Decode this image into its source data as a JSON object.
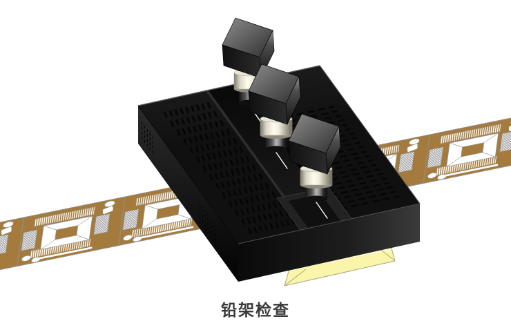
{
  "figure": {
    "caption": "铅架检查",
    "scene": {
      "machine": "lead-frame-inspection-machine",
      "cameras": [
        "camera-unit-1",
        "camera-unit-2",
        "camera-unit-3"
      ],
      "strip": "lead-frame-strip",
      "backlight": "backlight-wedge",
      "beams": "laser-alignment-beams"
    },
    "colors": {
      "background": "#FFFFFF",
      "leadframe-gold": "#A57B3D",
      "leadframe-outline": "#8F8F8F",
      "machine-dark": "#1A1A1A",
      "channel-dark": "#0D0D0D",
      "vent-slot": "#060606",
      "backlight-yellow": "#F9F6AB",
      "backlight-edge": "#A9A37A",
      "beam-white": "#FFFFFF",
      "lens-ring-cream": "#EFECDC",
      "caption-text": "#3A3A3A"
    }
  }
}
